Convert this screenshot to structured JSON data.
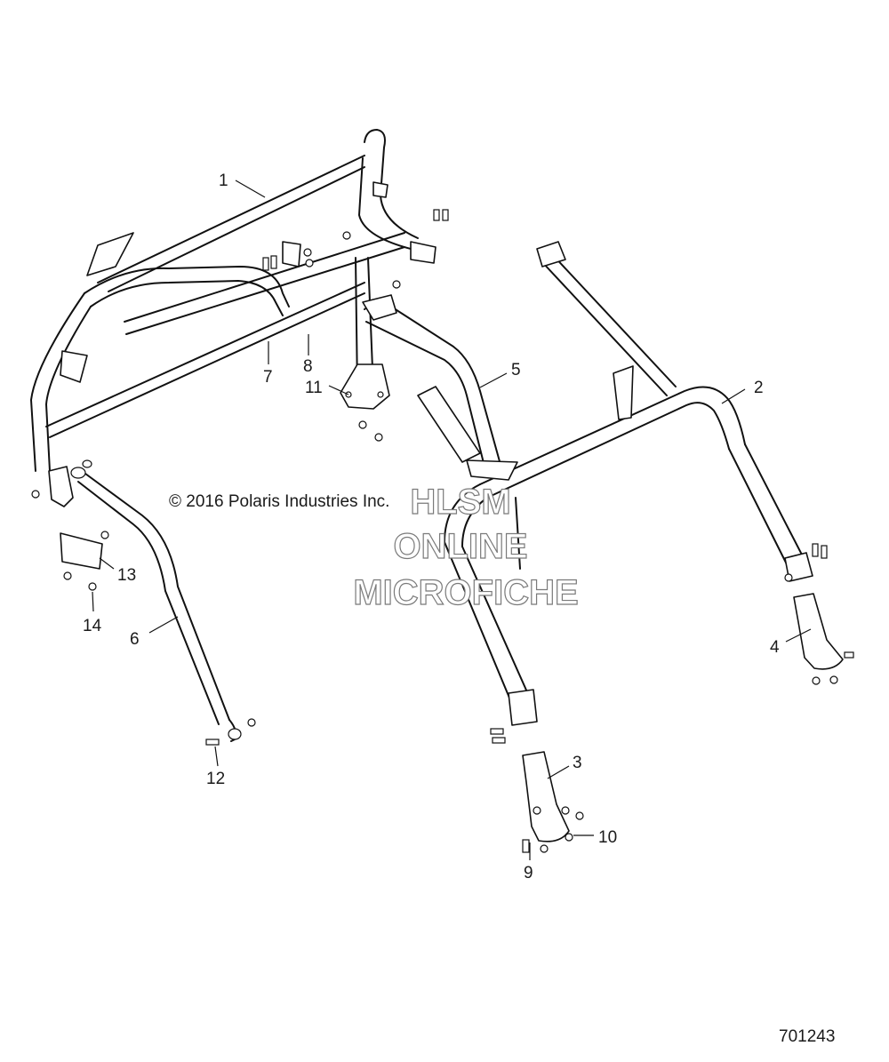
{
  "diagram": {
    "copyright": "© 2016 Polaris Industries Inc.",
    "watermark": [
      "HLSM",
      "ONLINE",
      "MICROFICHE"
    ],
    "drawing_number": "701243",
    "callouts": [
      "1",
      "2",
      "3",
      "4",
      "5",
      "6",
      "7",
      "8",
      "9",
      "10",
      "11",
      "12",
      "13",
      "14"
    ]
  }
}
